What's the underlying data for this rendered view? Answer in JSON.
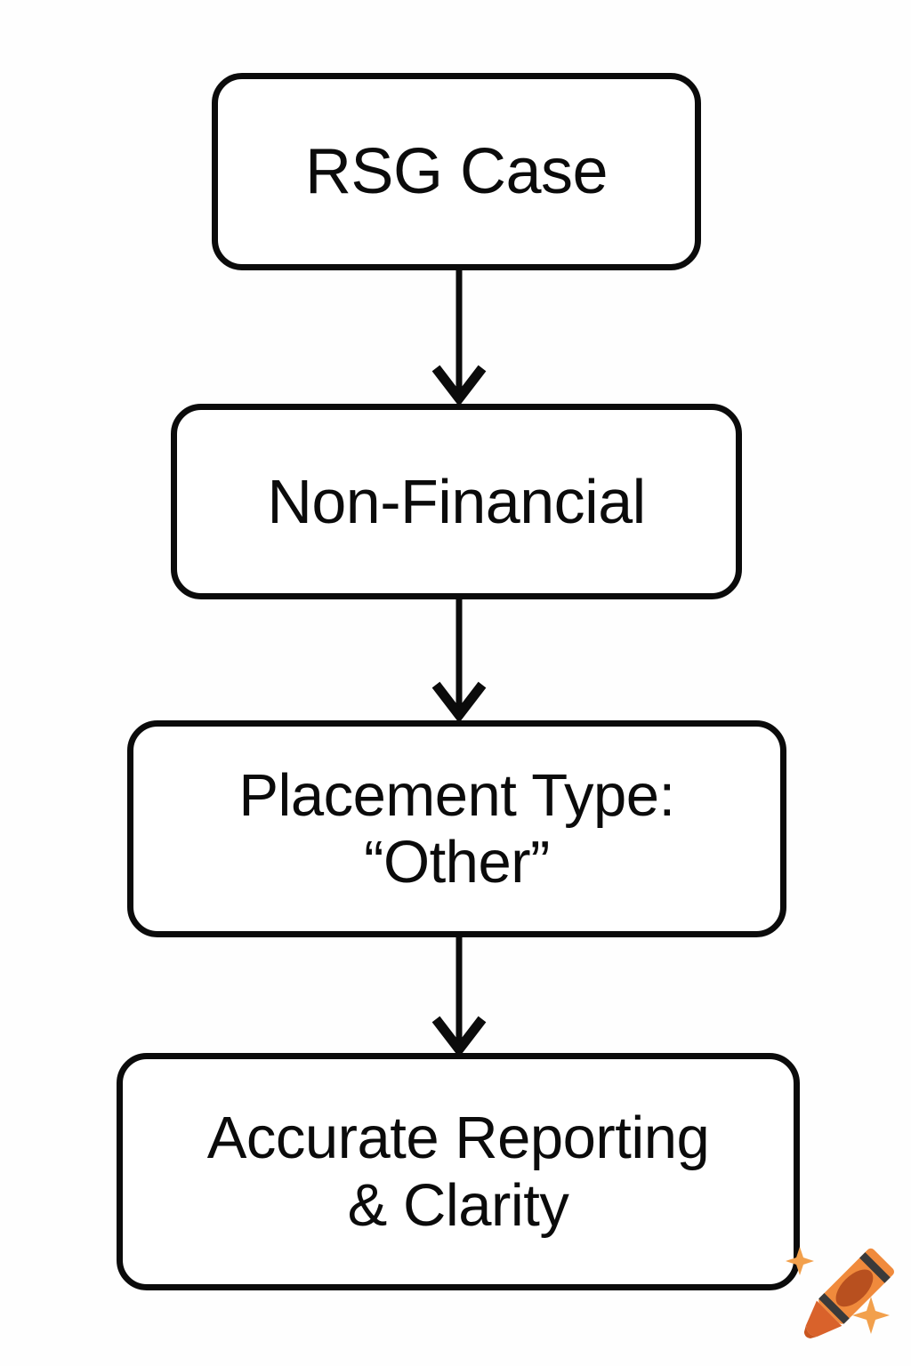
{
  "diagram": {
    "type": "flowchart",
    "orientation": "vertical top-to-bottom",
    "background_color": "#fefefe",
    "node_border_color": "#0b0b0b",
    "node_fill_color": "#ffffff",
    "connector_color": "#0b0b0b",
    "nodes": [
      {
        "id": "node-1",
        "label": "RSG Case"
      },
      {
        "id": "node-2",
        "label": "Non-Financial"
      },
      {
        "id": "node-3",
        "label": "Placement Type:\n“Other”"
      },
      {
        "id": "node-4",
        "label": "Accurate Reporting\n& Clarity"
      }
    ],
    "edges": [
      {
        "from": "RSG Case",
        "to": "Non-Financial",
        "style": "arrow-down"
      },
      {
        "from": "Non-Financial",
        "to": "Placement Type: “Other”",
        "style": "arrow-down"
      },
      {
        "from": "Placement Type: “Other”",
        "to": "Accurate Reporting & Clarity",
        "style": "arrow-down"
      }
    ]
  },
  "watermark": {
    "name": "crayon-icon",
    "body_color": "#F08A3C",
    "tip_color": "#D9622B",
    "band_color": "#3A3A3A",
    "oval_color": "#B8501F",
    "sparkle_color": "#F2A04C"
  }
}
